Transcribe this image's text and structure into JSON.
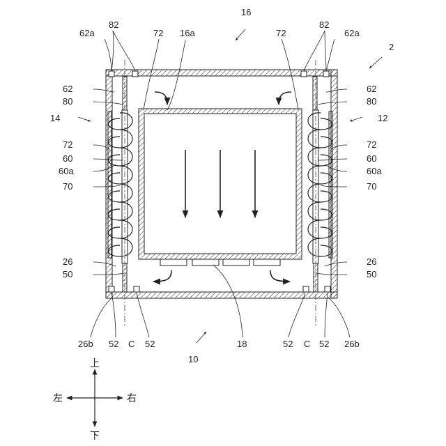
{
  "labels": {
    "l_16": "16",
    "l_2": "2",
    "l_62a_left": "62a",
    "l_82_left": "82",
    "l_72_top_left": "72",
    "l_16a": "16a",
    "l_72_top_right": "72",
    "l_82_right": "82",
    "l_62a_right": "62a",
    "l_62_left": "62",
    "l_80_left": "80",
    "l_14": "14",
    "l_72_left": "72",
    "l_60_left": "60",
    "l_60a_left": "60a",
    "l_70_left": "70",
    "l_26_left": "26",
    "l_50_left": "50",
    "l_62_right": "62",
    "l_80_right": "80",
    "l_12": "12",
    "l_72_right": "72",
    "l_60_right": "60",
    "l_60a_right": "60a",
    "l_70_right": "70",
    "l_26_right": "26",
    "l_50_right": "50",
    "l_26b_left": "26b",
    "l_52_left_a": "52",
    "l_C_left": "C",
    "l_52_left_b": "52",
    "l_18": "18",
    "l_52_right_a": "52",
    "l_C_right": "C",
    "l_52_right_b": "52",
    "l_26b_right": "26b",
    "l_10": "10"
  },
  "directions": {
    "up": "上",
    "down": "下",
    "left": "左",
    "right": "右"
  }
}
